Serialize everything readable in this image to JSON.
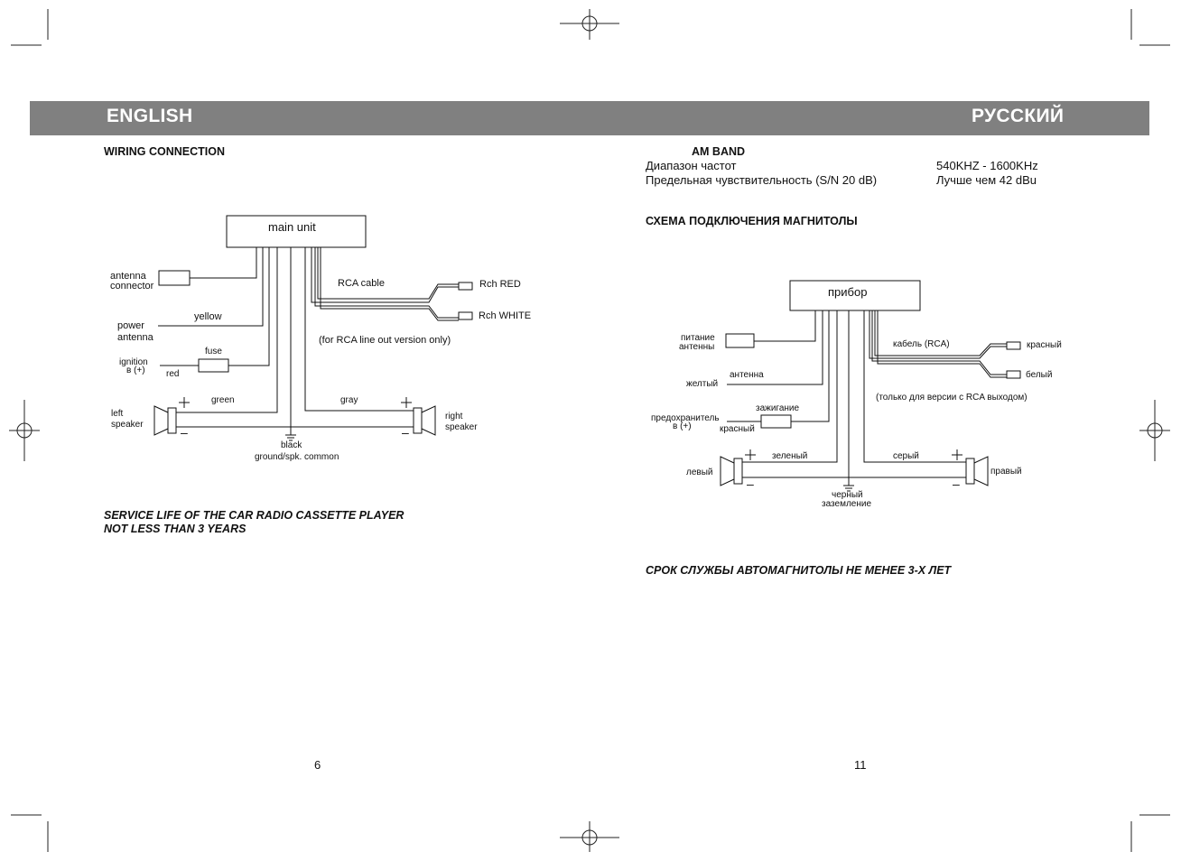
{
  "header": {
    "left_title": "ENGLISH",
    "right_title": "РУССКИЙ",
    "bar_color": "#808080"
  },
  "left_page": {
    "section_title": "WIRING CONNECTION",
    "diagram": {
      "main_unit": "main unit",
      "antenna_connector": [
        "antenna",
        "connector"
      ],
      "power_antenna": [
        "power",
        "antenna"
      ],
      "yellow": "yellow",
      "fuse": "fuse",
      "ignition": [
        "ignition",
        "в (+)"
      ],
      "red": "red",
      "rca_cable": "RCA cable",
      "rch_red": "Rch RED",
      "rch_white": "Rch WHITE",
      "rca_note": "(for RCA line out version only)",
      "green": "green",
      "gray": "gray",
      "left_speaker": [
        "left",
        "speaker"
      ],
      "right_speaker": [
        "right",
        "speaker"
      ],
      "plus": "+",
      "minus": "–",
      "black": "black",
      "ground": "ground/spk. common"
    },
    "service_life": [
      "SERVICE LIFE OF THE CAR RADIO CASSETTE PLAYER",
      "NOT LESS THAN 3 YEARS"
    ],
    "page_number": "6"
  },
  "right_page": {
    "am_band": {
      "title": "AM BAND",
      "rows": [
        {
          "label": "Диапазон частот",
          "value": "540KHZ - 1600KHz"
        },
        {
          "label": "Предельная чувствительность (S/N 20 dB)",
          "value": "Лучше чем 42 dBu"
        }
      ]
    },
    "section_title": "СХЕМА ПОДКЛЮЧЕНИЯ МАГНИТОЛЫ",
    "diagram": {
      "main_unit": "прибор",
      "antenna_power": [
        "питание",
        "антенны"
      ],
      "yellow": "желтый",
      "antenna": "антенна",
      "rca_cable": "кабель (RCA)",
      "red_out": "красный",
      "white_out": "белый",
      "rca_note": "(только для версии с RCA выходом)",
      "ignition": "зажигание",
      "fuse": [
        "предохранитель",
        "в (+)"
      ],
      "red": "красный",
      "green": "зеленый",
      "gray": "серый",
      "left": "левый",
      "right": "правый",
      "plus": "+",
      "minus": "–",
      "black": "черный",
      "ground": "заземление"
    },
    "service_life": "СРОК СЛУЖБЫ АВТОМАГНИТОЛЫ НЕ МЕНЕЕ 3-Х ЛЕТ",
    "page_number": "11"
  }
}
